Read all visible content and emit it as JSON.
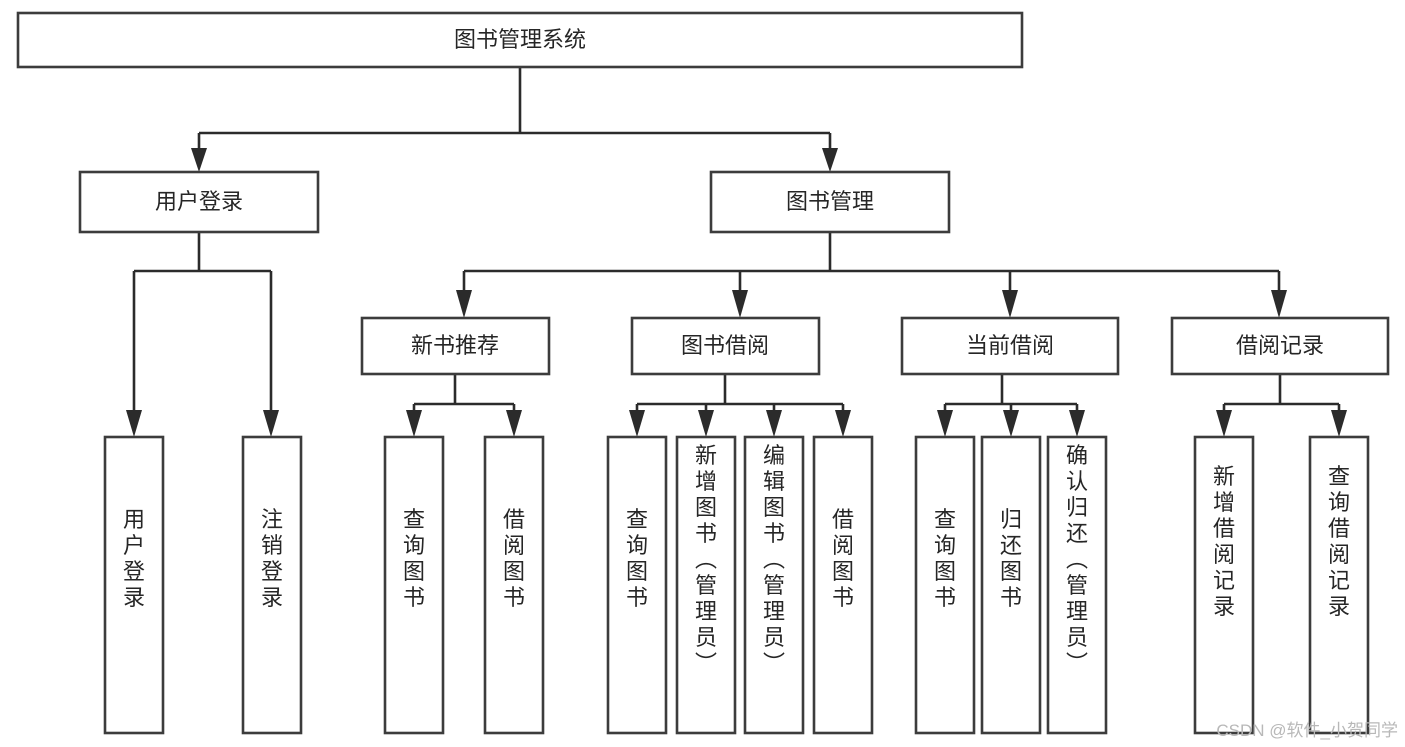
{
  "diagram": {
    "title": "图书管理系统",
    "type": "tree",
    "orientation": "top-down",
    "colors": {
      "box_stroke": "#3c3c3c",
      "box_fill": "#ffffff",
      "connector": "#2b2b2b",
      "text": "#262626",
      "background": "#ffffff",
      "watermark": "#b8b8b8"
    },
    "root": {
      "label": "图书管理系统",
      "orientation": "horizontal"
    },
    "level2": [
      {
        "id": "user-login",
        "label": "用户登录",
        "orientation": "horizontal"
      },
      {
        "id": "book-management",
        "label": "图书管理",
        "orientation": "horizontal"
      }
    ],
    "level3": [
      {
        "id": "new-book-recommend",
        "label": "新书推荐",
        "parent": "book-management",
        "orientation": "horizontal"
      },
      {
        "id": "book-borrow",
        "label": "图书借阅",
        "parent": "book-management",
        "orientation": "horizontal"
      },
      {
        "id": "current-borrow",
        "label": "当前借阅",
        "parent": "book-management",
        "orientation": "horizontal"
      },
      {
        "id": "borrow-record",
        "label": "借阅记录",
        "parent": "book-management",
        "orientation": "horizontal"
      }
    ],
    "leaves": [
      {
        "id": "leaf-user-login",
        "label": "用户登录",
        "parent": "user-login",
        "orientation": "vertical"
      },
      {
        "id": "leaf-user-logout",
        "label": "注销登录",
        "parent": "user-login",
        "orientation": "vertical"
      },
      {
        "id": "leaf-query-book-1",
        "label": "查询图书",
        "parent": "new-book-recommend",
        "orientation": "vertical"
      },
      {
        "id": "leaf-borrow-book-1",
        "label": "借阅图书",
        "parent": "new-book-recommend",
        "orientation": "vertical"
      },
      {
        "id": "leaf-query-book-2",
        "label": "查询图书",
        "parent": "book-borrow",
        "orientation": "vertical"
      },
      {
        "id": "leaf-add-book",
        "label": "新增图书（管理员）",
        "parent": "book-borrow",
        "orientation": "vertical"
      },
      {
        "id": "leaf-edit-book",
        "label": "编辑图书（管理员）",
        "parent": "book-borrow",
        "orientation": "vertical"
      },
      {
        "id": "leaf-borrow-book-2",
        "label": "借阅图书",
        "parent": "book-borrow",
        "orientation": "vertical"
      },
      {
        "id": "leaf-query-book-3",
        "label": "查询图书",
        "parent": "current-borrow",
        "orientation": "vertical"
      },
      {
        "id": "leaf-return-book",
        "label": "归还图书",
        "parent": "current-borrow",
        "orientation": "vertical"
      },
      {
        "id": "leaf-confirm-return",
        "label": "确认归还（管理员）",
        "parent": "current-borrow",
        "orientation": "vertical"
      },
      {
        "id": "leaf-add-record",
        "label": "新增借阅记录",
        "parent": "borrow-record",
        "orientation": "vertical"
      },
      {
        "id": "leaf-query-record",
        "label": "查询借阅记录",
        "parent": "borrow-record",
        "orientation": "vertical"
      }
    ],
    "watermark": "CSDN @软件_小贺同学"
  }
}
